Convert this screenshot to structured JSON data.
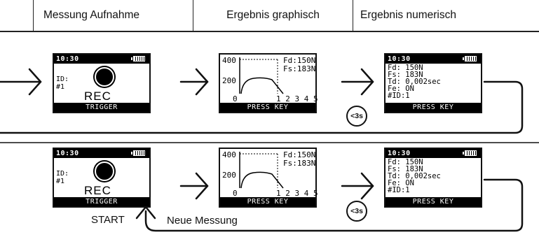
{
  "header": {
    "col1": "Messung Aufnahme",
    "col2": "Ergebnis graphisch",
    "col3": "Ergebnis numerisch"
  },
  "device": {
    "time": "10:30",
    "id_label": "ID:",
    "id_value": "#1",
    "rec": "REC",
    "trigger": "TRIGGER",
    "press_key": "PRESS KEY"
  },
  "graph": {
    "y_top": "400",
    "y_mid": "200",
    "x_zero": "0",
    "x_ticks": "1 2 3 4 5",
    "fd": "Fd:150N",
    "fs": "Fs:183N"
  },
  "numeric": {
    "lines": [
      "Fd: 150N",
      "Fs: 183N",
      "Td: 0,002sec",
      "Fe: ON",
      "#ID:1"
    ]
  },
  "labels": {
    "timer": "<3s",
    "start": "START",
    "neue": "Neue Messung"
  }
}
